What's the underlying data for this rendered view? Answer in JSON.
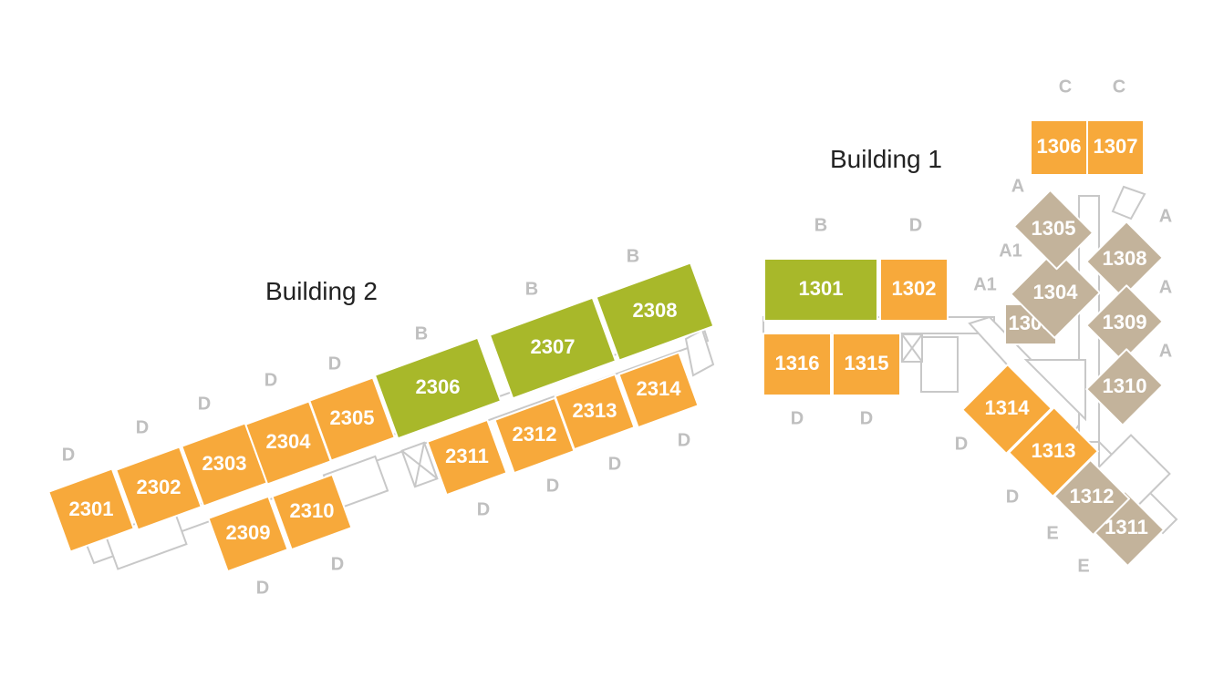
{
  "colors": {
    "orange": "#f7a93b",
    "green": "#a8b82a",
    "taupe": "#c3b39b",
    "label": "#bfbfbf",
    "corridor": "#c8c8c8"
  },
  "buildings": {
    "building1": {
      "title": "Building 1",
      "units": [
        {
          "id": "1301",
          "type": "B",
          "color": "green"
        },
        {
          "id": "1302",
          "type": "D",
          "color": "orange"
        },
        {
          "id": "1303",
          "type": "A1",
          "color": "taupe"
        },
        {
          "id": "1304",
          "type": "A1",
          "color": "taupe"
        },
        {
          "id": "1305",
          "type": "A",
          "color": "taupe"
        },
        {
          "id": "1306",
          "type": "C",
          "color": "orange"
        },
        {
          "id": "1307",
          "type": "C",
          "color": "orange"
        },
        {
          "id": "1308",
          "type": "A",
          "color": "taupe"
        },
        {
          "id": "1309",
          "type": "A",
          "color": "taupe"
        },
        {
          "id": "1310",
          "type": "A",
          "color": "taupe"
        },
        {
          "id": "1311",
          "type": "E",
          "color": "taupe"
        },
        {
          "id": "1312",
          "type": "E",
          "color": "taupe"
        },
        {
          "id": "1313",
          "type": "D",
          "color": "orange"
        },
        {
          "id": "1314",
          "type": "D",
          "color": "orange"
        },
        {
          "id": "1315",
          "type": "D",
          "color": "orange"
        },
        {
          "id": "1316",
          "type": "D",
          "color": "orange"
        }
      ]
    },
    "building2": {
      "title": "Building 2",
      "units": [
        {
          "id": "2301",
          "type": "D",
          "color": "orange"
        },
        {
          "id": "2302",
          "type": "D",
          "color": "orange"
        },
        {
          "id": "2303",
          "type": "D",
          "color": "orange"
        },
        {
          "id": "2304",
          "type": "D",
          "color": "orange"
        },
        {
          "id": "2305",
          "type": "D",
          "color": "orange"
        },
        {
          "id": "2306",
          "type": "B",
          "color": "green"
        },
        {
          "id": "2307",
          "type": "B",
          "color": "green"
        },
        {
          "id": "2308",
          "type": "B",
          "color": "green"
        },
        {
          "id": "2309",
          "type": "D",
          "color": "orange"
        },
        {
          "id": "2310",
          "type": "D",
          "color": "orange"
        },
        {
          "id": "2311",
          "type": "D",
          "color": "orange"
        },
        {
          "id": "2312",
          "type": "D",
          "color": "orange"
        },
        {
          "id": "2313",
          "type": "D",
          "color": "orange"
        },
        {
          "id": "2314",
          "type": "D",
          "color": "orange"
        }
      ]
    }
  }
}
